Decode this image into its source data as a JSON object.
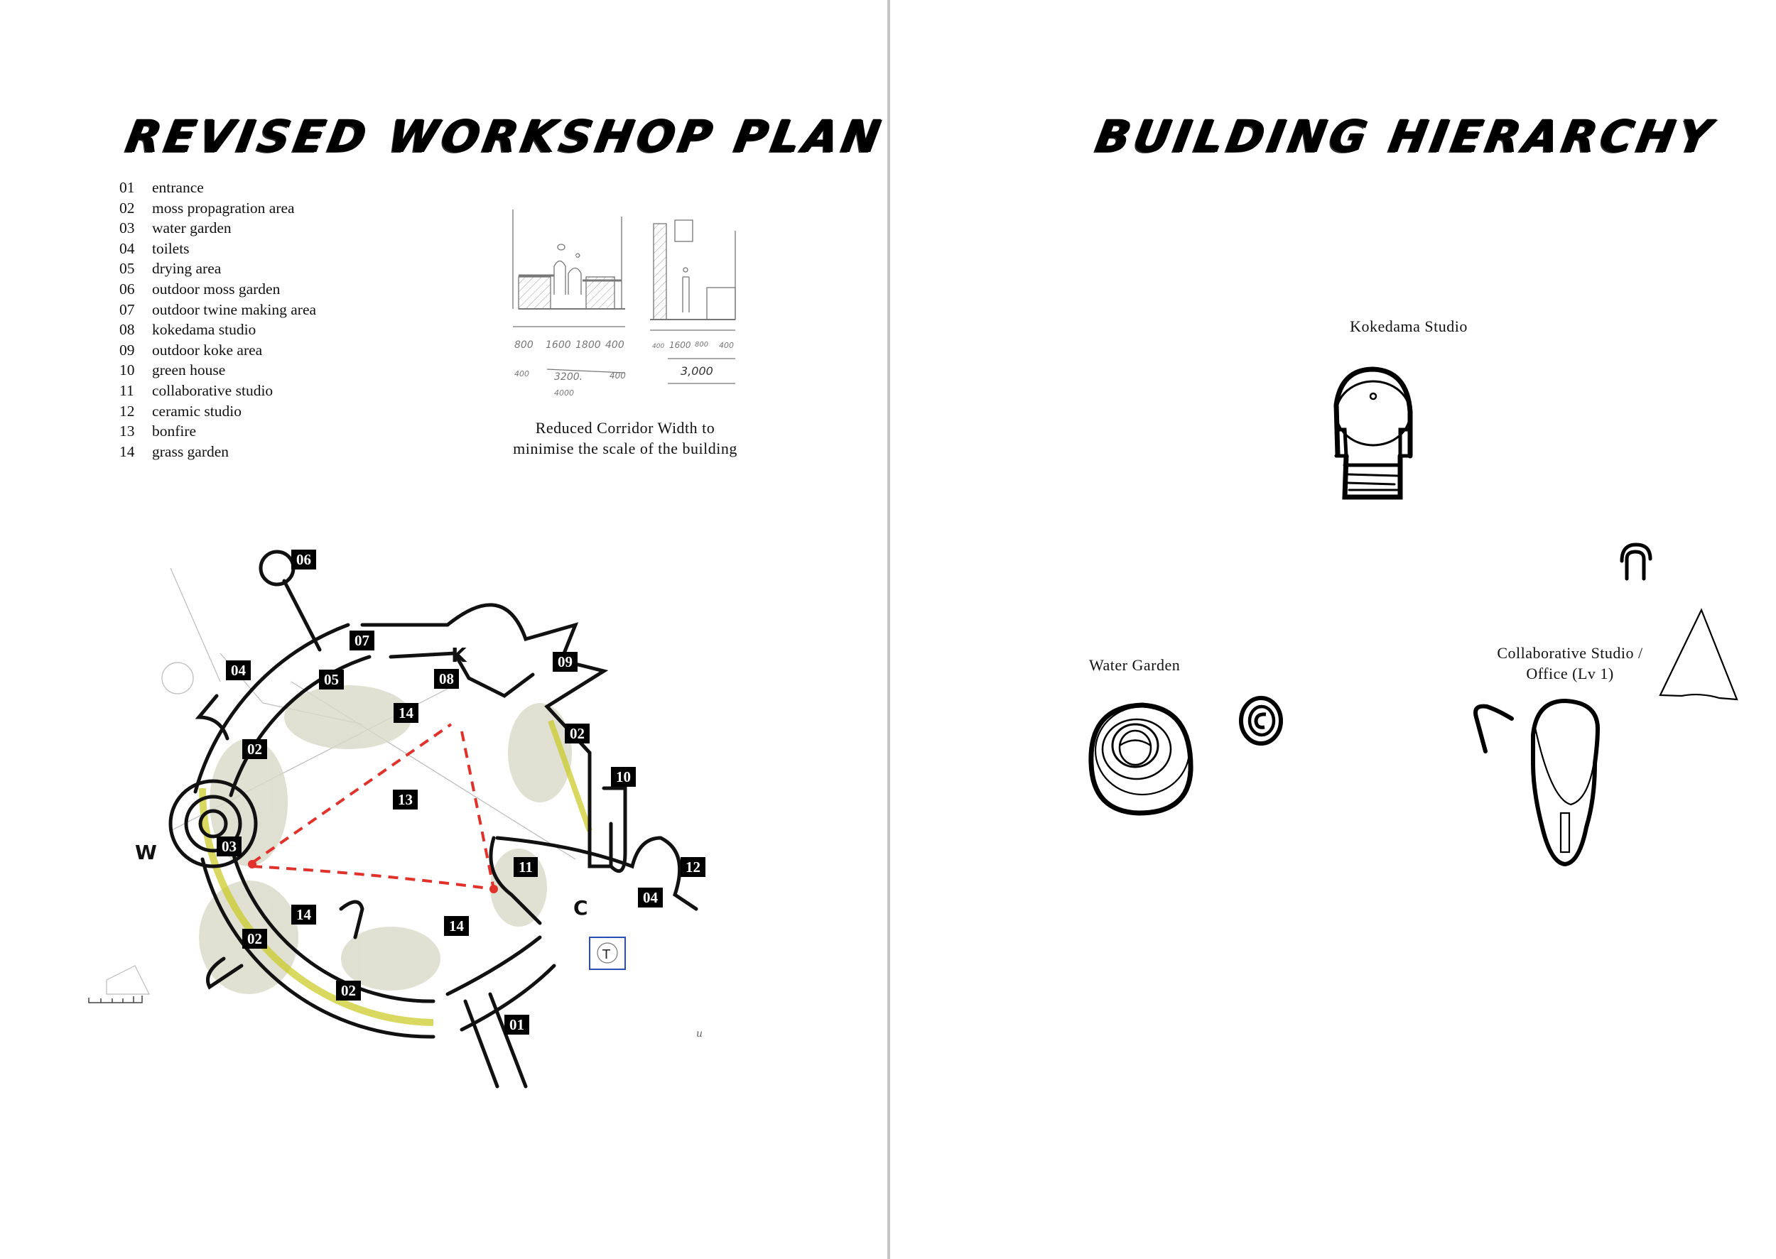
{
  "left_page": {
    "title": "REVISED WORKSHOP PLAN",
    "legend": [
      {
        "num": "01",
        "label": "entrance"
      },
      {
        "num": "02",
        "label": "moss propagration area"
      },
      {
        "num": "03",
        "label": "water garden"
      },
      {
        "num": "04",
        "label": "toilets"
      },
      {
        "num": "05",
        "label": "drying area"
      },
      {
        "num": "06",
        "label": "outdoor moss garden"
      },
      {
        "num": "07",
        "label": "outdoor twine making area"
      },
      {
        "num": "08",
        "label": "kokedama studio"
      },
      {
        "num": "09",
        "label": "outdoor koke area"
      },
      {
        "num": "10",
        "label": "green house"
      },
      {
        "num": "11",
        "label": "collaborative studio"
      },
      {
        "num": "12",
        "label": "ceramic studio"
      },
      {
        "num": "13",
        "label": "bonfire"
      },
      {
        "num": "14",
        "label": "grass garden"
      }
    ],
    "section_sketch": {
      "dimensions_left": [
        "800",
        "1600",
        "1800",
        "400"
      ],
      "dimensions_left_lower": [
        "400",
        "3200.",
        "400"
      ],
      "dimension_total_left": "4000",
      "dimensions_right": [
        "400",
        "1600",
        "800",
        "400"
      ],
      "dimension_total_right": "3,000"
    },
    "caption_line1": "Reduced Corridor Width to",
    "caption_line2": "minimise the scale of the building",
    "plan_tags": {
      "t06": "06",
      "t07": "07",
      "t04a": "04",
      "t05": "05",
      "t08": "08",
      "t09": "09",
      "t14a": "14",
      "t02a": "02",
      "t02b": "02",
      "t10": "10",
      "t13": "13",
      "t03": "03",
      "t11": "11",
      "t12": "12",
      "t14b": "14",
      "t04b": "04",
      "t14c": "14",
      "t02c": "02",
      "t02d": "02",
      "t01": "01"
    },
    "compass_letters": {
      "k": "K",
      "w": "W",
      "c": "C"
    },
    "toilet_symbol": "T",
    "accent_colors": {
      "moss_yellow": "#c9c91e",
      "circulation_red": "#e0322a",
      "toilet_blue": "#2b4fb8"
    }
  },
  "right_page": {
    "title": "BUILDING HIERARCHY",
    "labels": {
      "kokedama": "Kokedama Studio",
      "water_garden": "Water Garden",
      "collab_line1": "Collaborative Studio /",
      "collab_line2": "Office (Lv 1)"
    }
  }
}
